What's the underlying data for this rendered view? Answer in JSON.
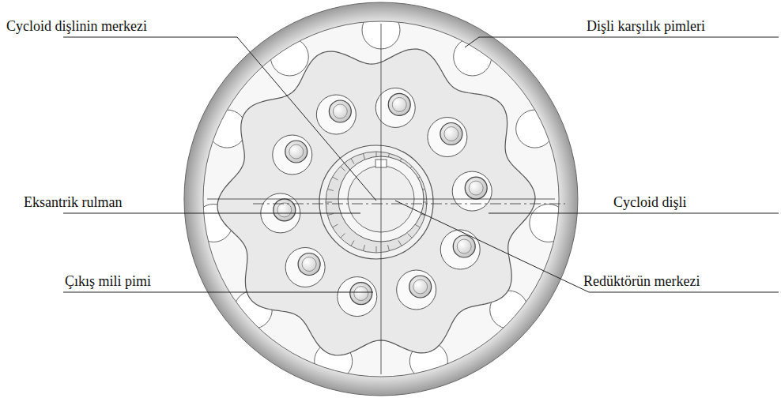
{
  "diagram": {
    "labels": [
      "Cycloid dişlinin merkezi",
      "Dişli karşılık pimleri",
      "Eksantrik rulman",
      "Cycloid dişli",
      "Çıkış mili pimi",
      "Redüktörün merkezi"
    ]
  }
}
